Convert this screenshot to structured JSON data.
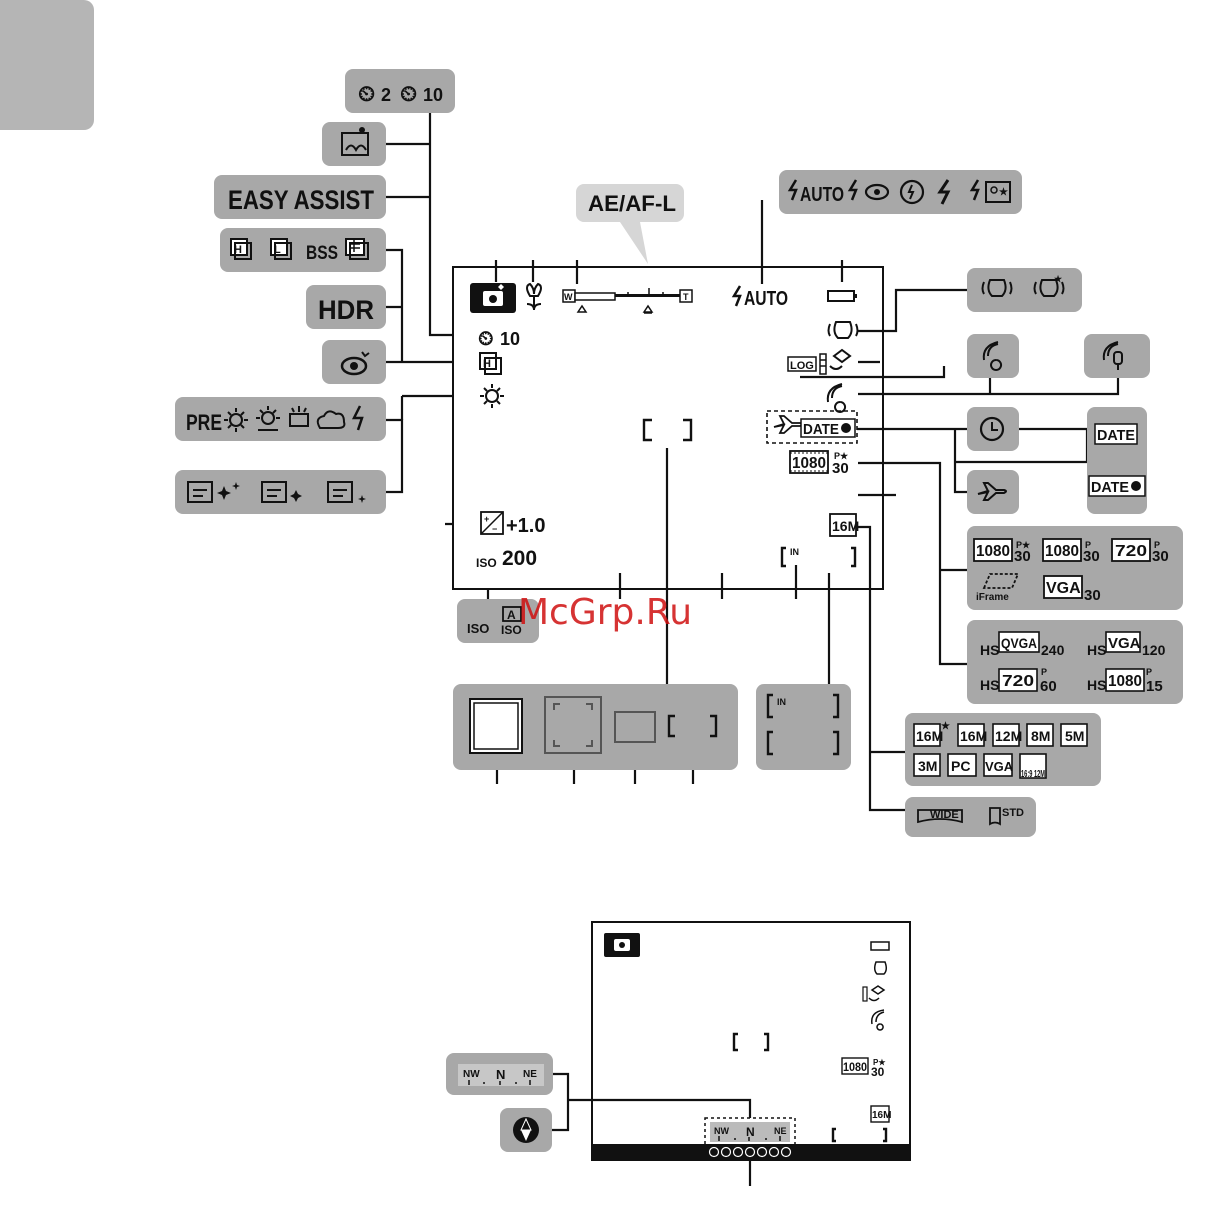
{
  "top_screen": {
    "ae_af_label": "AE/AF-L",
    "self_timer": "10",
    "flash": "AUTO",
    "exposure_comp": "+1.0",
    "iso_prefix": "ISO",
    "iso_value": "200",
    "log_label": "LOG",
    "date_stamp": "DATE",
    "movie_res": "1080",
    "movie_fps": "30",
    "image_size": "16M",
    "memory_label": "IN",
    "zoom_w": "W",
    "zoom_t": "T"
  },
  "callouts": {
    "self_timer_options": [
      "2",
      "10"
    ],
    "easy_assist": "EASY ASSIST",
    "hdr": "HDR",
    "continuous_bss": "BSS",
    "white_balance_pre": "PRE",
    "iso_auto_a": "A",
    "iso_label": "ISO",
    "flash_auto": "AUTO",
    "date_options": [
      "DATE",
      "DATE"
    ],
    "movie_options_row1": [
      {
        "res": "1080",
        "fps": "30"
      },
      {
        "res": "1080",
        "fps": "30"
      },
      {
        "res": "720",
        "fps": "30"
      }
    ],
    "iframe": "iFrame",
    "vga": "VGA",
    "vga_fps": "30",
    "hs_options": [
      {
        "res": "QVGA",
        "fps": "240"
      },
      {
        "res": "VGA",
        "fps": "120"
      },
      {
        "res": "720",
        "fps": "60"
      },
      {
        "res": "1080",
        "fps": "15"
      }
    ],
    "hs_label": "HS",
    "image_sizes": [
      "16M",
      "16M",
      "12M",
      "8M",
      "5M",
      "3M",
      "PC",
      "VGA",
      "16:9 12M"
    ],
    "wide_label": "WIDE",
    "std_label": "STD"
  },
  "bottom_screen": {
    "compass_nw": "NW",
    "compass_n": "N",
    "compass_ne": "NE",
    "movie_res": "1080",
    "movie_fps": "30",
    "image_size": "16M"
  },
  "watermark": "McGrp.Ru"
}
